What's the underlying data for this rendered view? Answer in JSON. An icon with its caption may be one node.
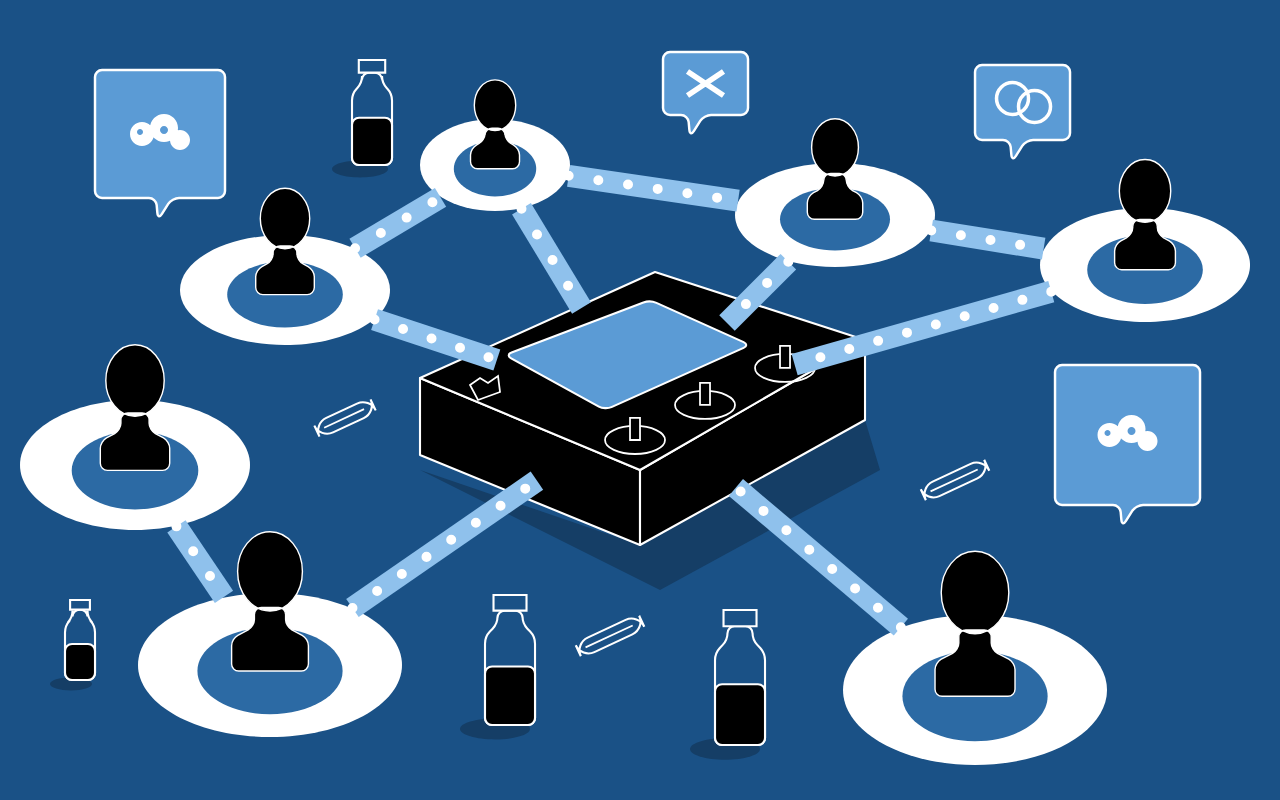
{
  "diagram": {
    "nodes": [
      {
        "text": [],
        "shape": "person"
      },
      {
        "text": [],
        "shape": "person"
      },
      {
        "text": [],
        "shape": "person"
      },
      {
        "text": [],
        "shape": "person"
      },
      {
        "text": [],
        "shape": "picture"
      },
      {
        "text": [],
        "shape": "person"
      },
      {
        "text": [],
        "shape": "person"
      },
      {
        "text": [],
        "shape": "person"
      }
    ],
    "edges": [
      {
        "from": 0,
        "to": 1,
        "arrow": "none"
      },
      {
        "from": 0,
        "to": 4,
        "arrow": "none"
      },
      {
        "from": 1,
        "to": 4,
        "arrow": "none"
      },
      {
        "from": 1,
        "to": 2,
        "arrow": "none"
      },
      {
        "from": 2,
        "to": 4,
        "arrow": "none"
      },
      {
        "from": 2,
        "to": 3,
        "arrow": "none"
      },
      {
        "from": 3,
        "to": 4,
        "arrow": "none"
      },
      {
        "from": 5,
        "to": 6,
        "arrow": "none"
      },
      {
        "from": 6,
        "to": 4,
        "arrow": "none"
      },
      {
        "from": 7,
        "to": 4,
        "arrow": "none"
      }
    ]
  }
}
